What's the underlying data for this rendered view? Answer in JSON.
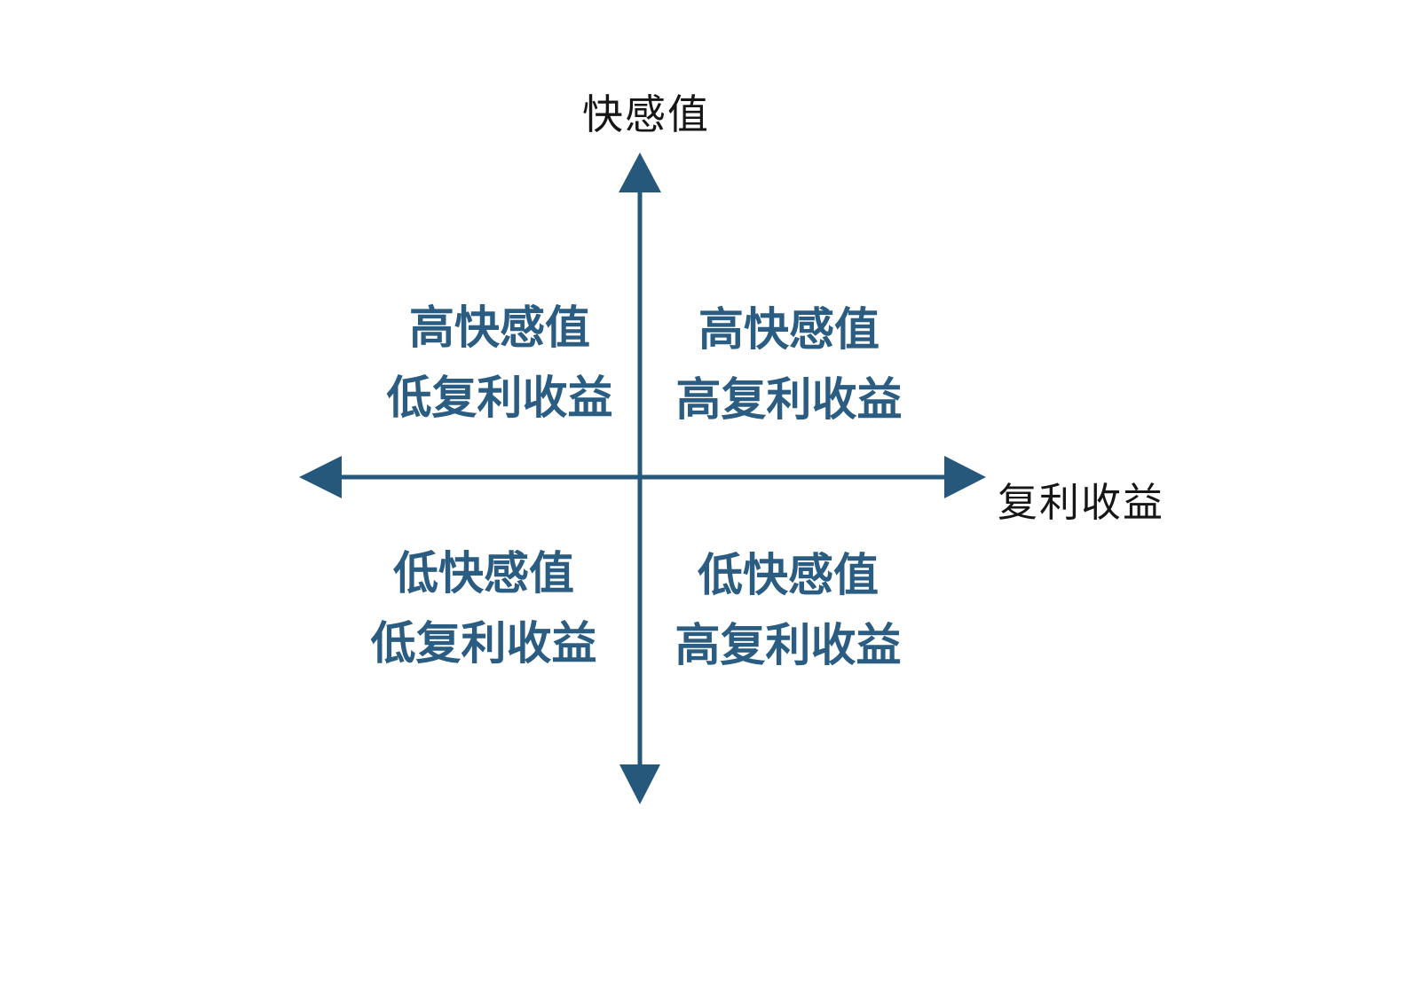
{
  "diagram": {
    "y_axis_label": "快感值",
    "x_axis_label": "复利收益",
    "quadrants": {
      "top_left": {
        "line1": "高快感值",
        "line2": "低复利收益"
      },
      "top_right": {
        "line1": "高快感值",
        "line2": "高复利收益"
      },
      "bottom_left": {
        "line1": "低快感值",
        "line2": "低复利收益"
      },
      "bottom_right": {
        "line1": "低快感值",
        "line2": "高复利收益"
      }
    },
    "colors": {
      "axis": "#26587c",
      "quadrant_text": "#2b5c82",
      "axis_label_text": "#161616",
      "background": "#ffffff"
    }
  }
}
